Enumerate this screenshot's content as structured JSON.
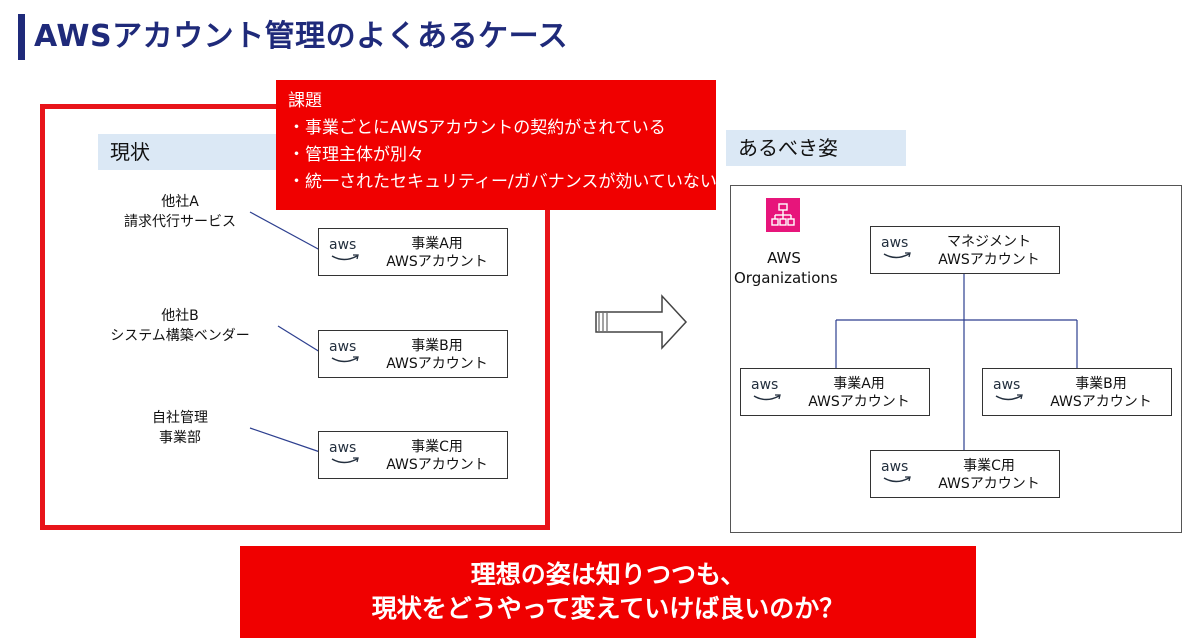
{
  "title": "AWSアカウント管理のよくあるケース",
  "current": {
    "label": "現状",
    "issues": {
      "heading": "課題",
      "items": [
        "・事業ごとにAWSアカウントの契約がされている",
        "・管理主体が別々",
        "・統一されたセキュリティー/ガバナンスが効いていない"
      ]
    },
    "owners": [
      {
        "line1": "他社A",
        "line2": "請求代行サービス"
      },
      {
        "line1": "他社B",
        "line2": "システム構築ベンダー"
      },
      {
        "line1": "自社管理",
        "line2": "事業部"
      }
    ],
    "accounts": [
      {
        "line1": "事業A用",
        "line2": "AWSアカウント"
      },
      {
        "line1": "事業B用",
        "line2": "AWSアカウント"
      },
      {
        "line1": "事業C用",
        "line2": "AWSアカウント"
      }
    ]
  },
  "ideal": {
    "label": "あるべき姿",
    "org_line1": "AWS",
    "org_line2": "Organizations",
    "management": {
      "line1": "マネジメント",
      "line2": "AWSアカウント"
    },
    "accounts": [
      {
        "line1": "事業A用",
        "line2": "AWSアカウント"
      },
      {
        "line1": "事業B用",
        "line2": "AWSアカウント"
      },
      {
        "line1": "事業C用",
        "line2": "AWSアカウント"
      }
    ]
  },
  "aws_logo_text": "aws",
  "conclusion": {
    "line1": "理想の姿は知りつつも、",
    "line2": "現状をどうやって変えていけば良いのか？"
  },
  "colors": {
    "title": "#1f2a7a",
    "red": "#f00000",
    "label_bg": "#dbe8f5",
    "org_icon": "#e7157b",
    "connector": "#2d3f8f"
  }
}
